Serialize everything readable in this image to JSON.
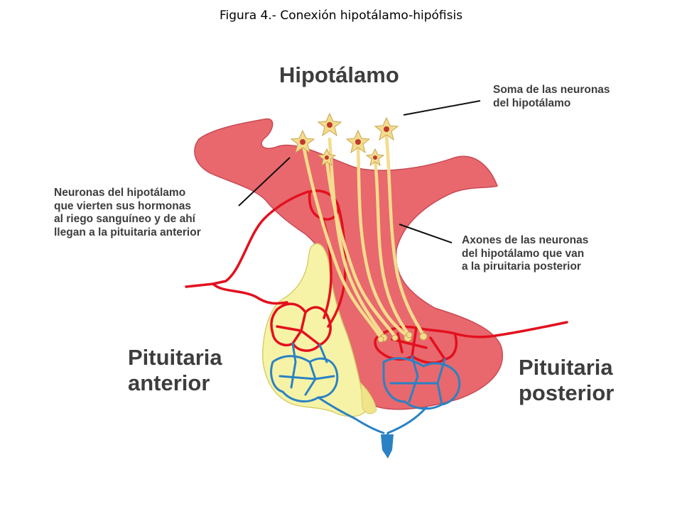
{
  "caption": "Figura 4.- Conexión hipotálamo-hipófisis",
  "labels": {
    "hipotalamo": "Hipotálamo",
    "soma": [
      "Soma de las neuronas",
      "del hipotálamo"
    ],
    "neuronas": [
      "Neuronas del hipotálamo",
      "que vierten sus hormonas",
      "al riego sanguíneo y de ahí",
      "llegan a la pituitaria anterior"
    ],
    "axones": [
      "Axones de las neuronas",
      "del hipotálamo que van",
      "a la piruitaria posterior"
    ],
    "anterior": [
      "Pituitaria",
      "anterior"
    ],
    "posterior": [
      "Pituitaria",
      "posterior"
    ]
  },
  "colors": {
    "hypothalamus_fill": "#e8686d",
    "anterior_fill": "#f7f3a6",
    "artery": "#e3101e",
    "vein": "#2a82c4",
    "neuron": "#f4dc8e"
  }
}
